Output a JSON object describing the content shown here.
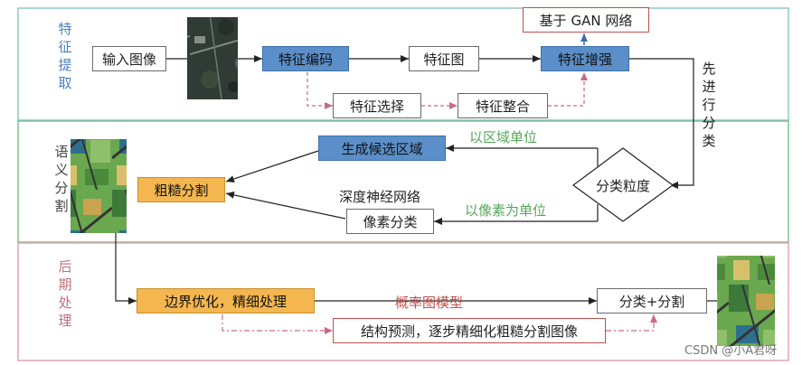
{
  "sections": {
    "feature_extraction": "特征提取",
    "semantic_segmentation": "语义分割",
    "post_processing": "后期处理"
  },
  "nodes": {
    "input_image": "输入图像",
    "feature_encoding": "特征编码",
    "feature_map": "特征图",
    "feature_enhance": "特征增强",
    "gan_network": "基于 GAN 网络",
    "feature_select": "特征选择",
    "feature_fusion": "特征整合",
    "generate_regions": "生成候选区域",
    "classify_granularity": "分类粒度",
    "coarse_segmentation": "粗糙分割",
    "deep_network": "深度神经网络",
    "pixel_classification": "像素分类",
    "boundary_optimize": "边界优化，精细处理",
    "classify_segment": "分类+分割",
    "structure_predict": "结构预测，逐步精细化粗糙分割图像"
  },
  "edge_labels": {
    "classify_first": "先进行分类",
    "region_unit": "以区域单位",
    "pixel_unit": "以像素为单位",
    "probability_model": "概率图模型"
  },
  "watermark": "CSDN @小A君呀",
  "colors": {
    "section1_border": "#8fc7c7",
    "section2_border": "#7cc38f",
    "section3_border": "#e4a6ad",
    "section1_title": "#4a7fc2",
    "section2_title": "#444444",
    "section3_title": "#c0707a",
    "node_blue": "#5b8fc9",
    "node_orange": "#f4b64f",
    "edge_label_green": "#57a65b",
    "edge_label_red": "#c0504d",
    "dashed_pink": "#c96a8a"
  }
}
